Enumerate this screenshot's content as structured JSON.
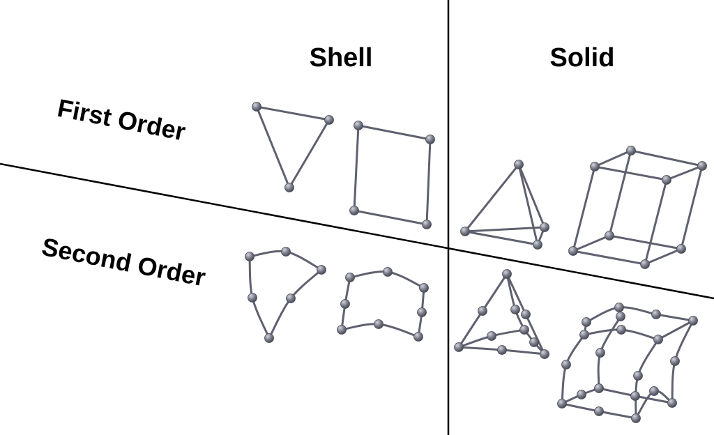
{
  "headers": {
    "shell": "Shell",
    "solid": "Solid"
  },
  "rows": {
    "first_order": "First Order",
    "second_order": "Second Order"
  },
  "colors": {
    "edge": "#5f6170",
    "node": "#6e717e",
    "node_highlight": "#c4c6cf",
    "divider": "#000000"
  }
}
